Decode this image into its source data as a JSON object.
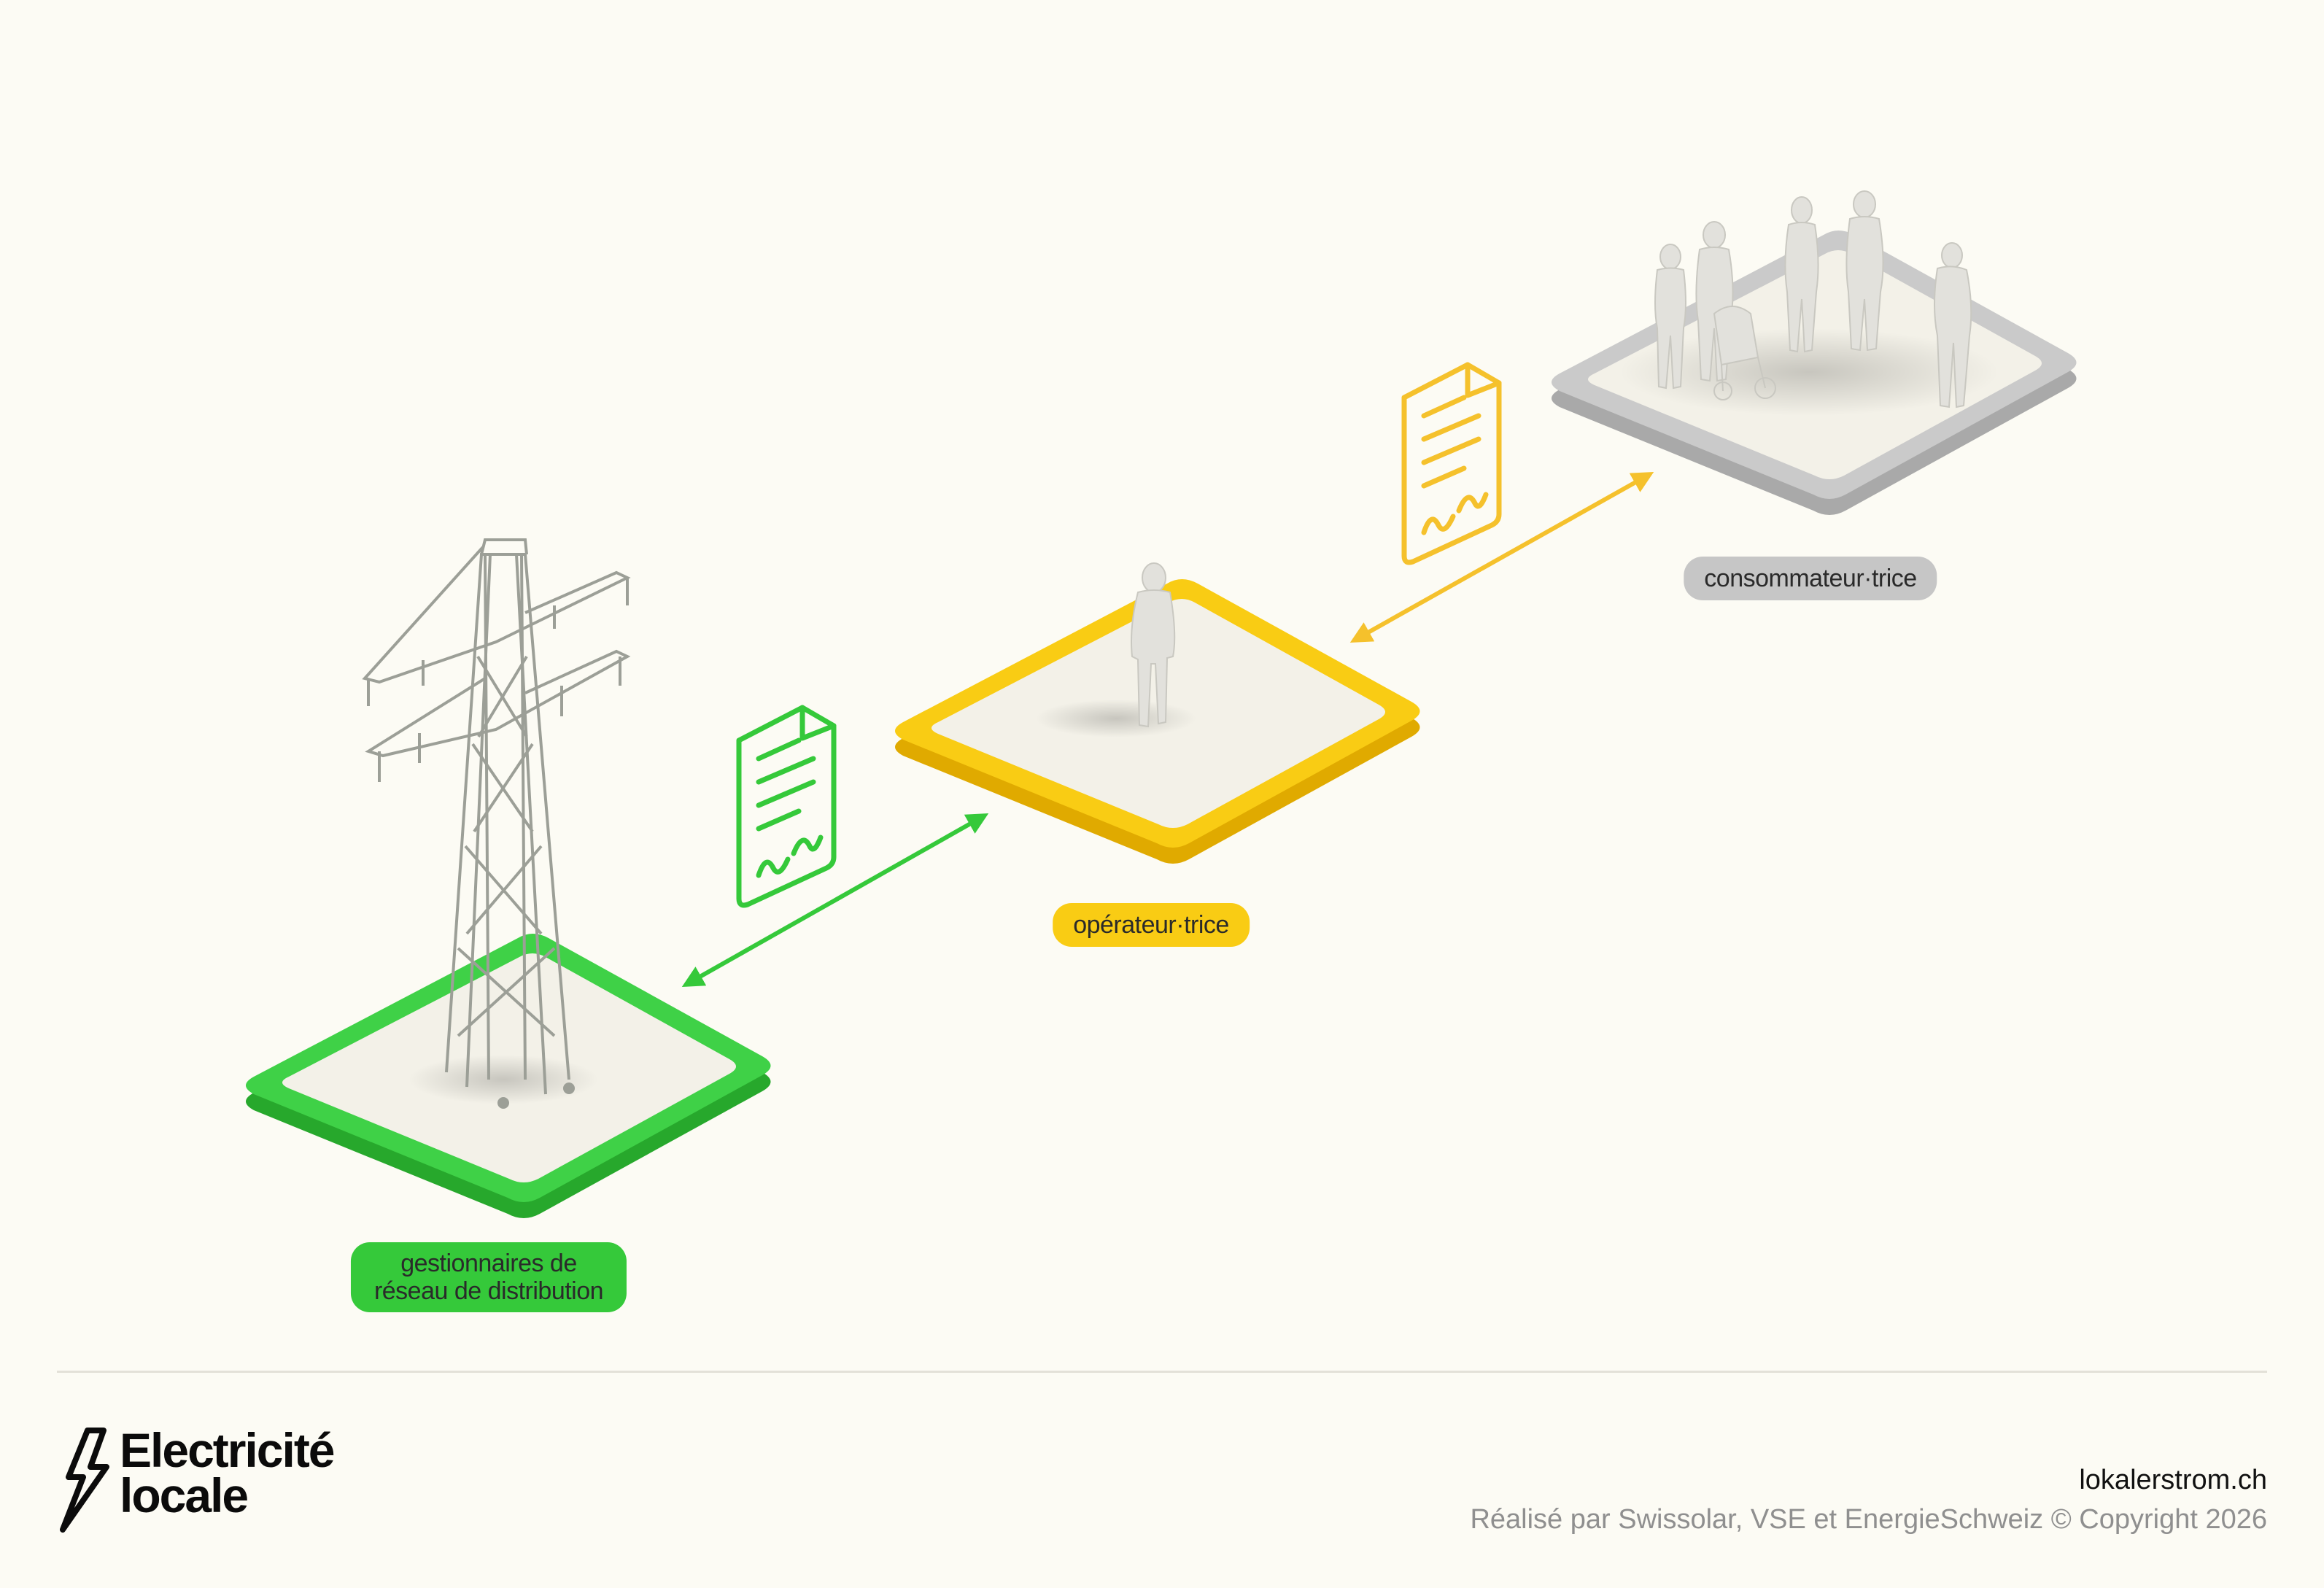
{
  "nodes": {
    "grid_operator": {
      "label_line1": "gestionnaires de",
      "label_line2": "réseau de distribution",
      "color": "#35c93a"
    },
    "operator": {
      "label": "opérateur·trice",
      "color": "#f7c912"
    },
    "consumer": {
      "label": "consommateur·trice",
      "color": "#c6c6c6"
    }
  },
  "links": {
    "grid_to_operator": {
      "color": "#35c93a"
    },
    "operator_to_consumer": {
      "color": "#f5c12c"
    }
  },
  "logo": {
    "line1": "Electricité",
    "line2": "locale"
  },
  "footer": {
    "website": "lokalerstrom.ch",
    "credit": "Réalisé par Swissolar, VSE et EnergieSchweiz © Copyright 2026"
  },
  "colors": {
    "background": "#fcfbf4",
    "figure": "#e2e1dc"
  }
}
